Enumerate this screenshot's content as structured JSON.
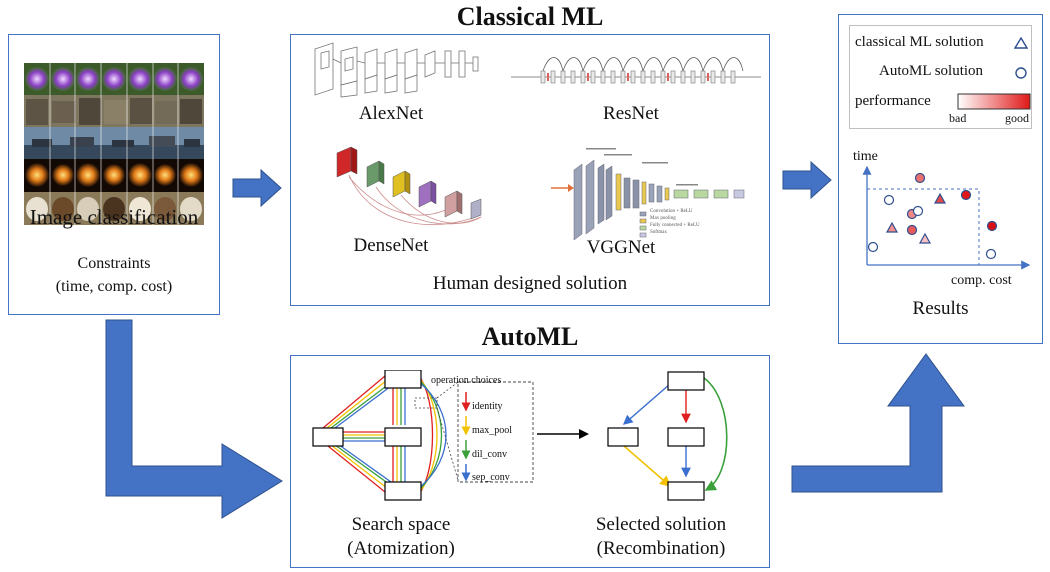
{
  "headings": {
    "classical": "Classical ML",
    "automl": "AutoML"
  },
  "input_panel": {
    "task": "Image classification",
    "constraints_line1": "Constraints",
    "constraints_line2": "(time, comp. cost)"
  },
  "classical_panel": {
    "models": [
      "AlexNet",
      "ResNet",
      "DenseNet",
      "VGGNet"
    ],
    "caption": "Human designed solution",
    "vgg_legend": [
      "Convolution + ReLU",
      "Max pooling",
      "Fully connected + ReLU",
      "Softmax"
    ]
  },
  "automl_panel": {
    "search_line1": "Search space",
    "search_line2": "(Atomization)",
    "selected_line1": "Selected solution",
    "selected_line2": "(Recombination)",
    "ops_title": "operation choices",
    "ops": [
      {
        "label": "identity",
        "color": "#e02020"
      },
      {
        "label": "max_pool",
        "color": "#f2c200"
      },
      {
        "label": "dil_conv",
        "color": "#3aa03a"
      },
      {
        "label": "sep_conv",
        "color": "#3a6fd0"
      }
    ]
  },
  "results_panel": {
    "legend_classical": "classical ML solution",
    "legend_automl": "AutoML solution",
    "legend_performance": "performance",
    "perf_bad": "bad",
    "perf_good": "good",
    "axis_y": "time",
    "axis_x": "comp. cost",
    "caption": "Results"
  },
  "colors": {
    "panel_border": "#4472c4",
    "arrow_fill": "#4472c4",
    "arrow_stroke": "#2f528f"
  }
}
